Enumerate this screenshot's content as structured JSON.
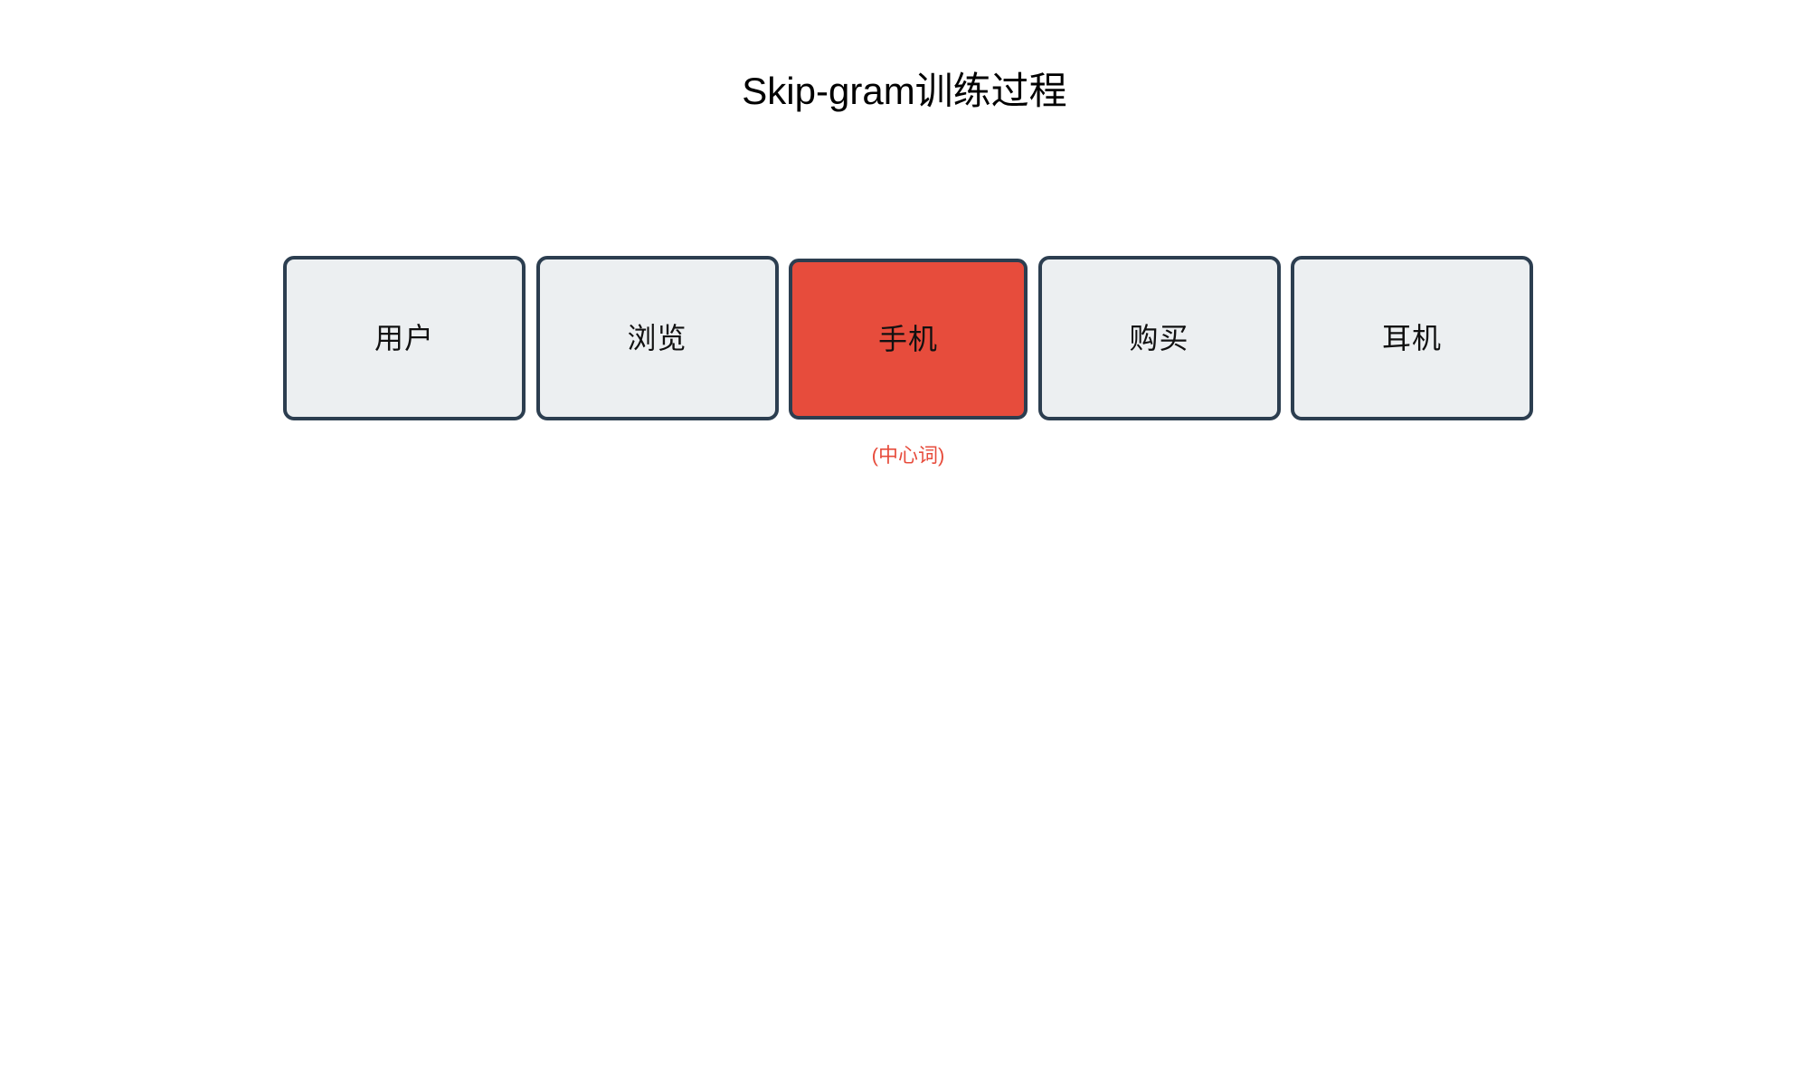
{
  "title": "Skip-gram训练过程",
  "colors": {
    "background": "#ffffff",
    "box_fill": "#eceff1",
    "box_border": "#2c3e50",
    "center_fill": "#e74c3c",
    "center_caption": "#e74c3c",
    "title_text": "#000000",
    "label_text": "#111111"
  },
  "sequence": {
    "boxes": [
      {
        "label": "用户",
        "role": "context",
        "index": 0
      },
      {
        "label": "浏览",
        "role": "context",
        "index": 1
      },
      {
        "label": "手机",
        "role": "center",
        "index": 2
      },
      {
        "label": "购买",
        "role": "context",
        "index": 3
      },
      {
        "label": "耳机",
        "role": "context",
        "index": 4
      }
    ]
  },
  "center_caption": "(中心词)"
}
